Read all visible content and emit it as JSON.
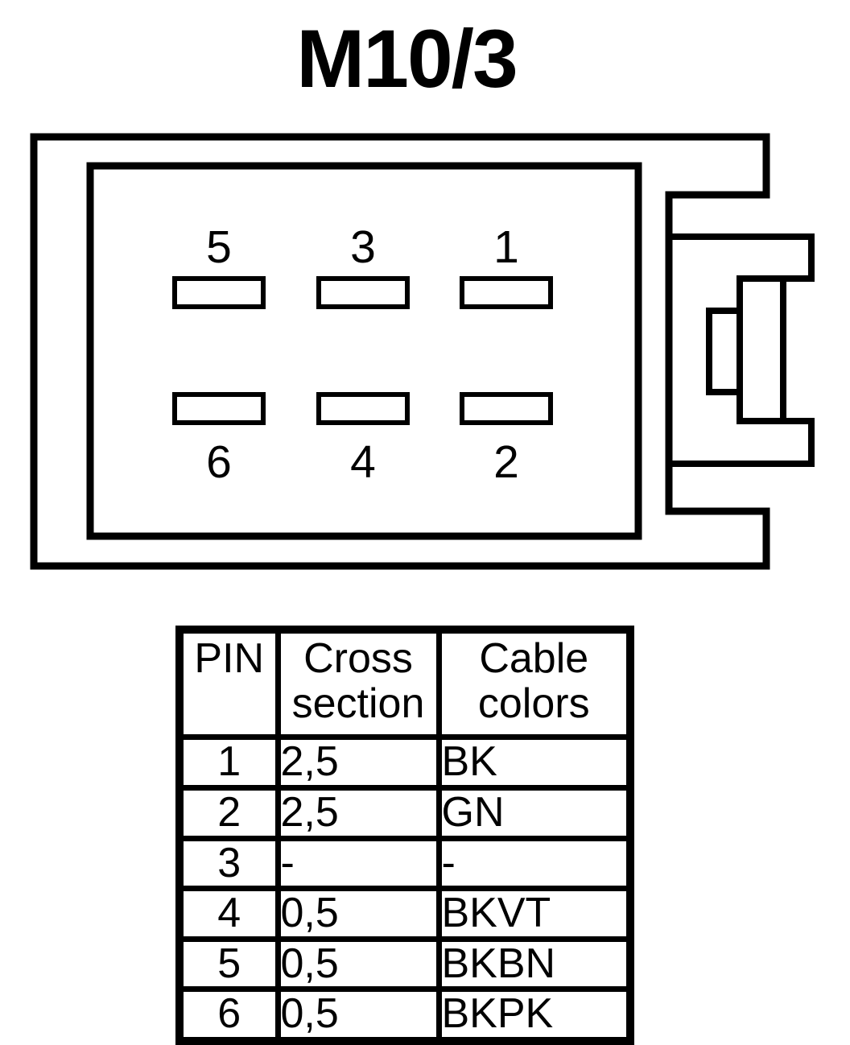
{
  "title": "M10/3",
  "connector": {
    "pin_labels_top": [
      "5",
      "3",
      "1"
    ],
    "pin_labels_bottom": [
      "6",
      "4",
      "2"
    ]
  },
  "table": {
    "headers": [
      "PIN",
      "Cross section",
      "Cable colors"
    ],
    "rows": [
      {
        "pin": "1",
        "cross_section": "2,5",
        "cable_color": "BK"
      },
      {
        "pin": "2",
        "cross_section": "2,5",
        "cable_color": "GN"
      },
      {
        "pin": "3",
        "cross_section": "-",
        "cable_color": "-"
      },
      {
        "pin": "4",
        "cross_section": "0,5",
        "cable_color": "BKVT"
      },
      {
        "pin": "5",
        "cross_section": "0,5",
        "cable_color": "BKBN"
      },
      {
        "pin": "6",
        "cross_section": "0,5",
        "cable_color": "BKPK"
      }
    ]
  },
  "colors": {
    "line": "#000000",
    "background": "#ffffff"
  }
}
